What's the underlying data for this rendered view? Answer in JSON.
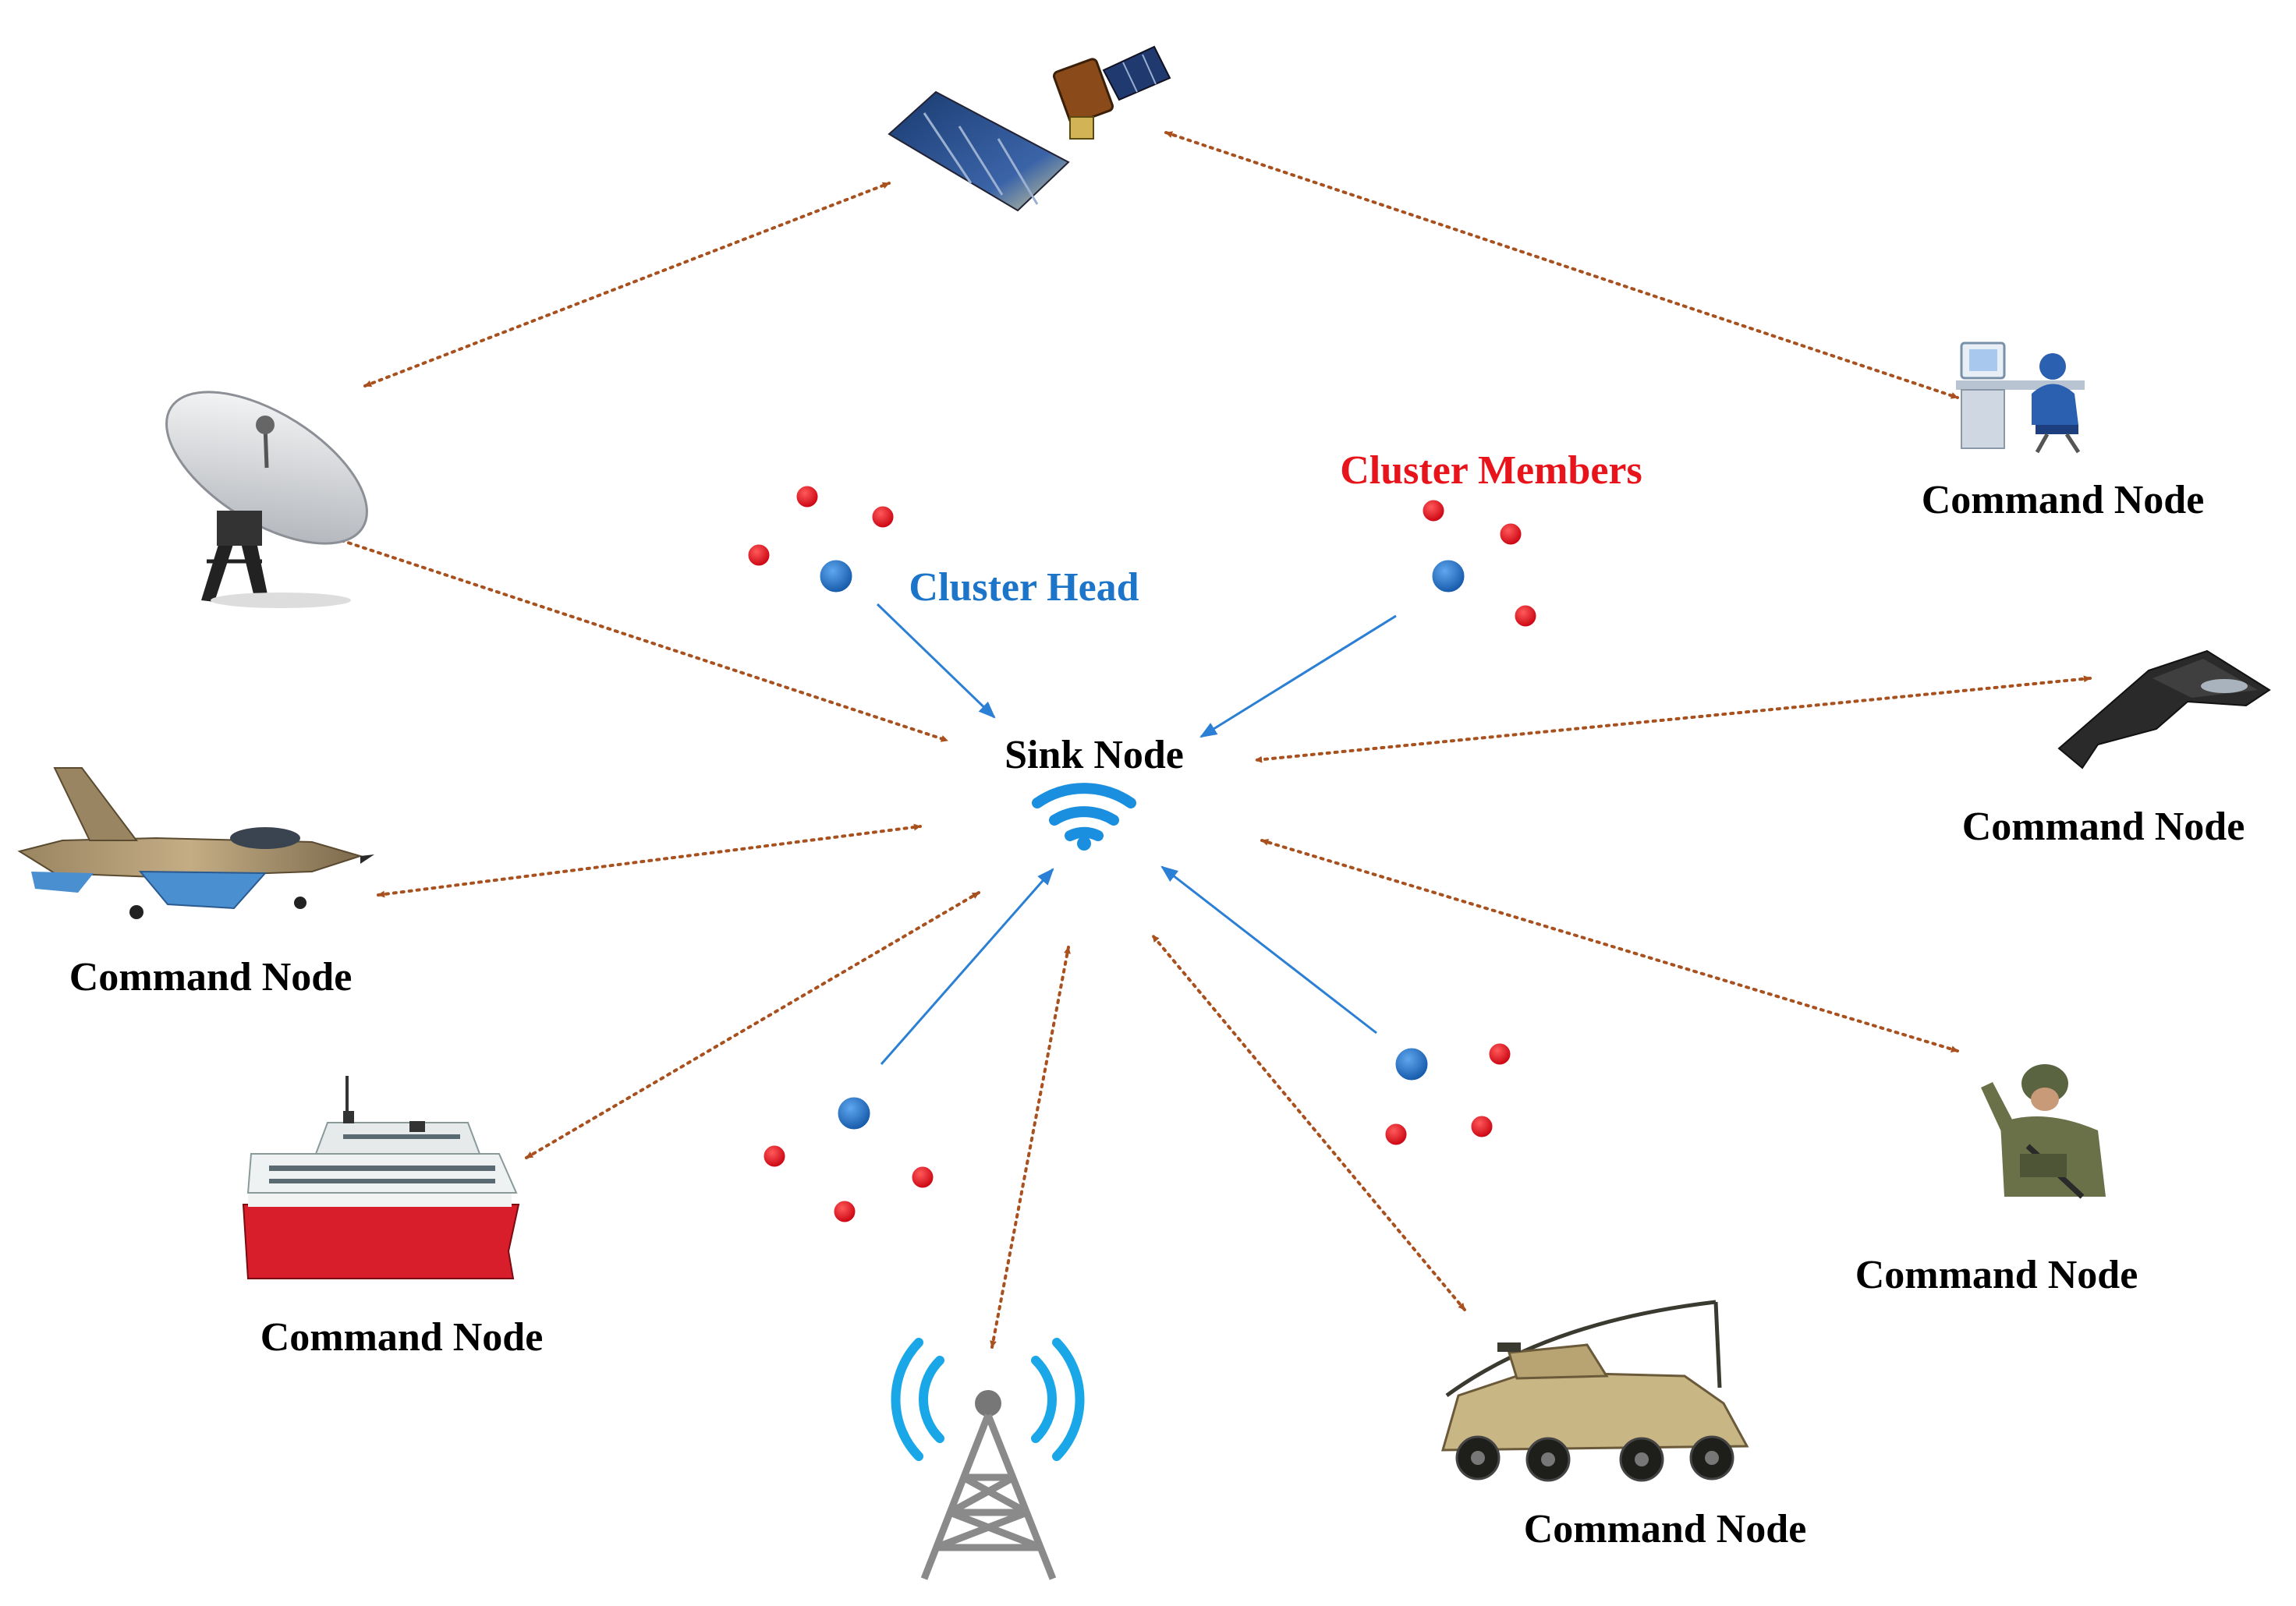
{
  "labels": {
    "cluster_members": "Cluster Members",
    "cluster_head": "Cluster Head",
    "sink_node": "Sink Node",
    "command_node": "Command Node"
  },
  "colors": {
    "cluster_head": "#1c6fc9",
    "cluster_member": "#e0001a",
    "solid_link": "#2b7fd4",
    "dotted_link": "#a8501e",
    "label_black": "#000000",
    "label_blue": "#1c75c9",
    "label_red": "#e8141b"
  },
  "icons": [
    "satellite-icon",
    "satellite-dish-icon",
    "computer-operator-icon",
    "stealth-bomber-icon",
    "fighter-jet-icon",
    "ship-icon",
    "soldier-icon",
    "armored-vehicle-icon",
    "radio-tower-icon",
    "wifi-icon"
  ]
}
